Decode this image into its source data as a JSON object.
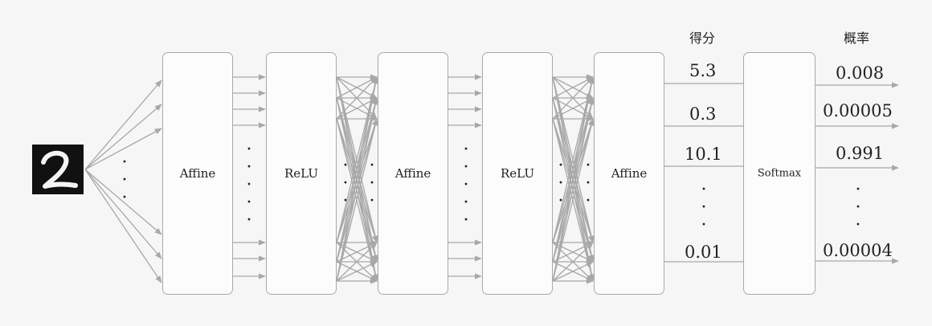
{
  "input": {
    "digit": "2"
  },
  "layers": {
    "affine1": "Affine",
    "relu1": "ReLU",
    "affine2": "Affine",
    "relu2": "ReLU",
    "affine3": "Affine",
    "softmax": "Softmax"
  },
  "headers": {
    "scores": "得分",
    "probabilities": "概率"
  },
  "scores": [
    "5.3",
    "0.3",
    "10.1",
    "0.01"
  ],
  "probabilities": [
    "0.008",
    "0.00005",
    "0.991",
    "0.00004"
  ],
  "colors": {
    "line": "#a8a8a8",
    "box_border": "#a9a9a9",
    "text": "#222222",
    "digit_bg": "#111111",
    "digit_fg": "#f4f4f4"
  }
}
